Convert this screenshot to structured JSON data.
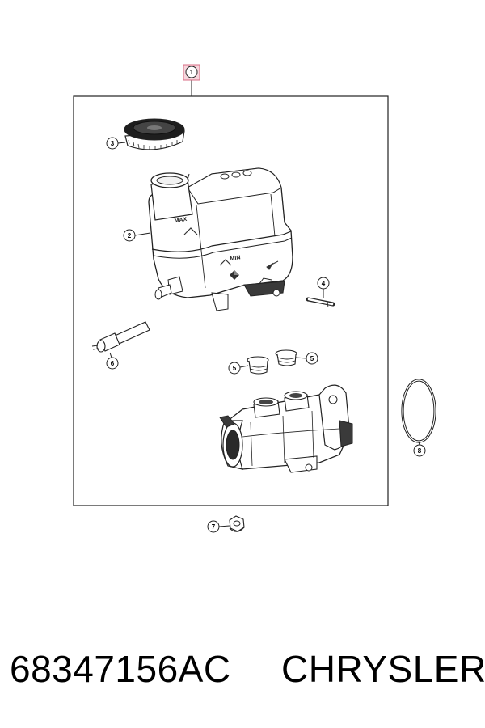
{
  "callouts": {
    "c1": "1",
    "c2": "2",
    "c3": "3",
    "c4": "4",
    "c5a": "5",
    "c5b": "5",
    "c6": "6",
    "c7": "7",
    "c8": "8"
  },
  "reservoir": {
    "max_label": "MAX",
    "min_label": "MIN"
  },
  "caption": {
    "part_number": "68347156AC",
    "brand": "CHRYSLER"
  }
}
